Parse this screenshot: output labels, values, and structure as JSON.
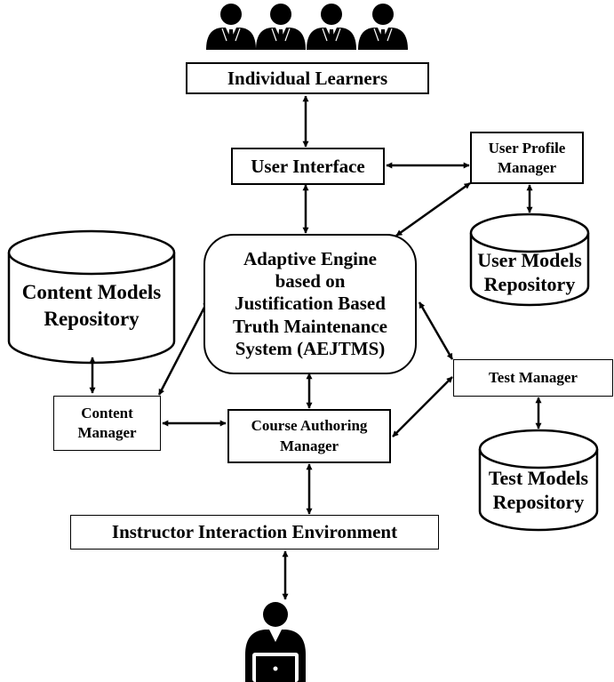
{
  "nodes": {
    "individual_learners": "Individual Learners",
    "user_interface": "User Interface",
    "user_profile_manager": "User Profile\nManager",
    "user_models_repository": "User Models\nRepository",
    "content_models_repository": "Content Models\nRepository",
    "adaptive_engine": "Adaptive Engine\nbased on\nJustification Based\nTruth Maintenance\nSystem (AEJTMS)",
    "content_manager": "Content\nManager",
    "course_authoring_manager": "Course Authoring\nManager",
    "test_manager": "Test Manager",
    "test_models_repository": "Test Models\nRepository",
    "instructor_interaction_environment": "Instructor Interaction Environment"
  },
  "icons": {
    "learners": "learner-person-icon",
    "instructor": "instructor-laptop-icon"
  },
  "colors": {
    "stroke": "#000000",
    "fill": "#ffffff"
  }
}
